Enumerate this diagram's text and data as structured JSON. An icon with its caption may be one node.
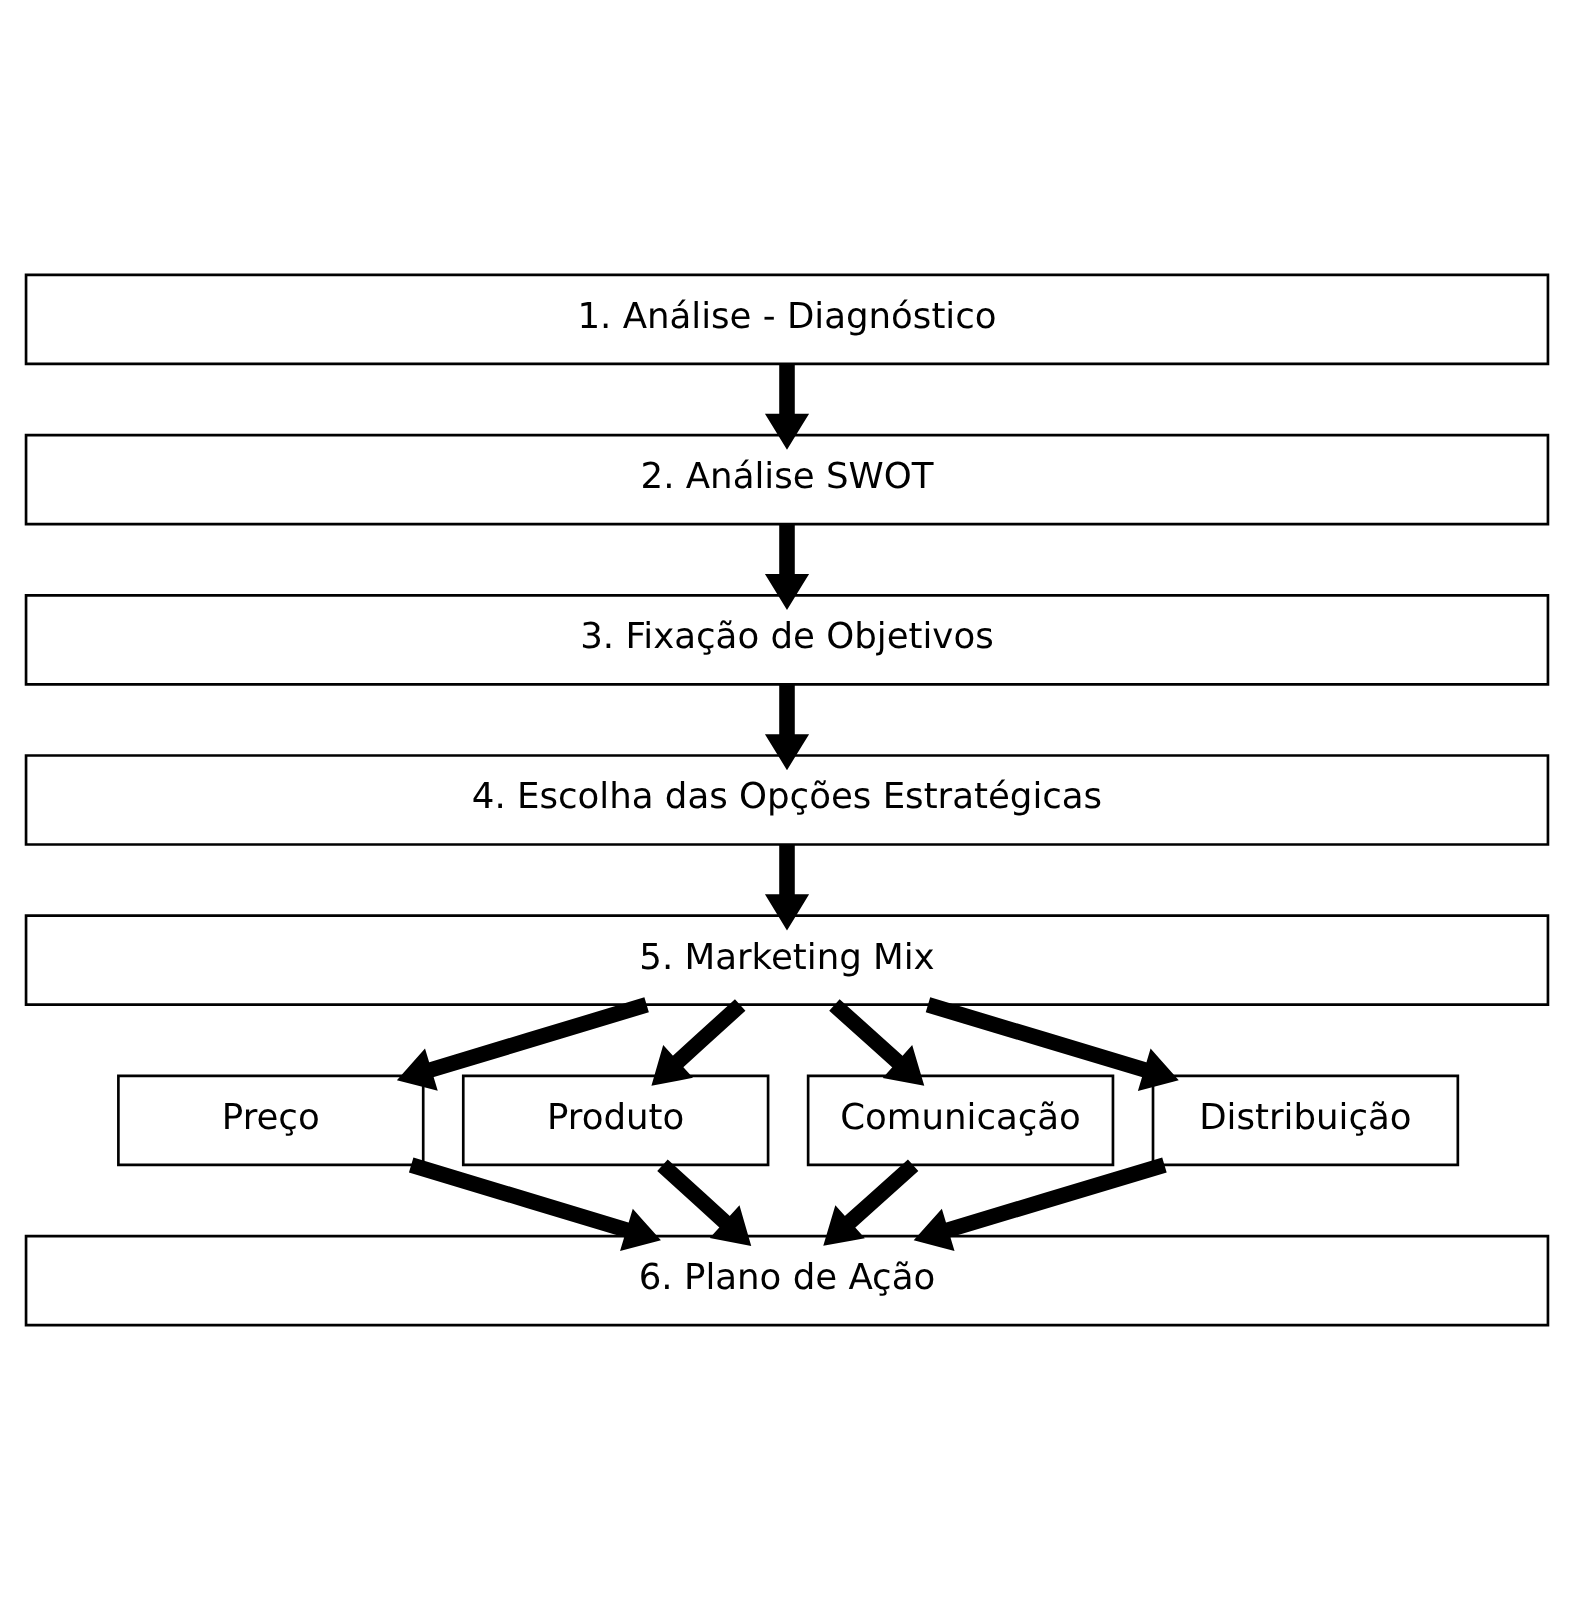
{
  "diagram": {
    "nodes": [
      {
        "text": [
          "1. Análise - Diagnóstico"
        ]
      },
      {
        "text": [
          "2. Análise SWOT"
        ]
      },
      {
        "text": [
          "3. Fixação de Objetivos"
        ]
      },
      {
        "text": [
          "4. Escolha das Opções Estratégicas"
        ]
      },
      {
        "text": [
          "5. Marketing Mix"
        ]
      },
      {
        "text": [
          "Preço"
        ]
      },
      {
        "text": [
          "Produto"
        ]
      },
      {
        "text": [
          "Comunicação"
        ]
      },
      {
        "text": [
          "Distribuição"
        ]
      },
      {
        "text": [
          "6. Plano de Ação"
        ]
      }
    ],
    "edges": [
      {
        "from": 0,
        "to": 1,
        "arrow": "to"
      },
      {
        "from": 1,
        "to": 2,
        "arrow": "to"
      },
      {
        "from": 2,
        "to": 3,
        "arrow": "to"
      },
      {
        "from": 3,
        "to": 4,
        "arrow": "to"
      },
      {
        "from": 4,
        "to": 5,
        "arrow": "to"
      },
      {
        "from": 4,
        "to": 6,
        "arrow": "to"
      },
      {
        "from": 4,
        "to": 7,
        "arrow": "to"
      },
      {
        "from": 4,
        "to": 8,
        "arrow": "to"
      },
      {
        "from": 5,
        "to": 9,
        "arrow": "to"
      },
      {
        "from": 6,
        "to": 9,
        "arrow": "to"
      },
      {
        "from": 7,
        "to": 9,
        "arrow": "to"
      },
      {
        "from": 8,
        "to": 9,
        "arrow": "to"
      }
    ]
  }
}
